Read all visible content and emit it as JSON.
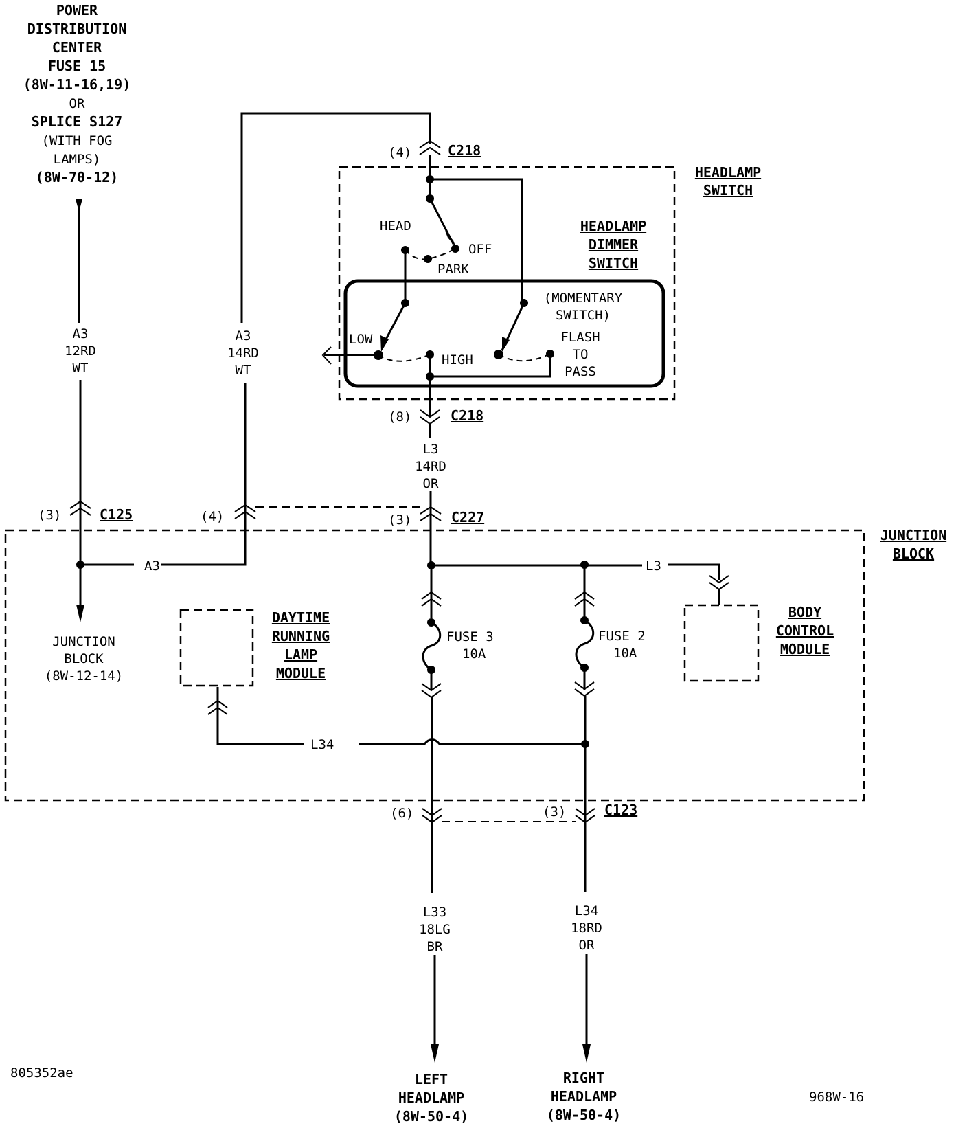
{
  "diagram": {
    "source": {
      "lines": [
        "POWER",
        "DISTRIBUTION",
        "CENTER",
        "FUSE 15",
        "(8W-11-16,19)",
        "OR",
        "SPLICE S127",
        "(WITH FOG",
        "LAMPS)",
        "(8W-70-12)"
      ]
    },
    "wires": {
      "a3_left": [
        "A3",
        "12RD",
        "WT"
      ],
      "a3_right": [
        "A3",
        "14RD",
        "WT"
      ],
      "l3_mid": [
        "L3",
        "14RD",
        "OR"
      ],
      "l33": [
        "L33",
        "18LG",
        "BR"
      ],
      "l34_out": [
        "L34",
        "18RD",
        "OR"
      ],
      "a3_junction": "A3",
      "l3_bus": "L3",
      "l34_bus": "L34"
    },
    "connectors": {
      "c218_top": {
        "pin": "(4)",
        "name": "C218"
      },
      "c218_bottom": {
        "pin": "(8)",
        "name": "C218"
      },
      "c125": {
        "pin": "(3)",
        "name": "C125"
      },
      "c125_pin4": {
        "pin": "(4)"
      },
      "c227": {
        "pin": "(3)",
        "name": "C227"
      },
      "c123_left": {
        "pin": "(6)"
      },
      "c123": {
        "pin": "(3)",
        "name": "C123"
      }
    },
    "components": {
      "headlamp_switch": [
        "HEADLAMP",
        "SWITCH"
      ],
      "dimmer_switch": [
        "HEADLAMP",
        "DIMMER",
        "SWITCH"
      ],
      "switch_positions": {
        "head": "HEAD",
        "off": "OFF",
        "park": "PARK",
        "low": "LOW",
        "high": "HIGH",
        "momentary": [
          "(MOMENTARY",
          "SWITCH)"
        ],
        "flash": [
          "FLASH",
          "TO",
          "PASS"
        ]
      },
      "junction_block": [
        "JUNCTION",
        "BLOCK"
      ],
      "junction_block_ref": [
        "JUNCTION",
        "BLOCK",
        "(8W-12-14)"
      ],
      "drl_module": [
        "DAYTIME",
        "RUNNING",
        "LAMP",
        "MODULE"
      ],
      "bcm": [
        "BODY",
        "CONTROL",
        "MODULE"
      ],
      "fuse3": [
        "FUSE 3",
        "10A"
      ],
      "fuse2": [
        "FUSE 2",
        "10A"
      ]
    },
    "destinations": {
      "left": [
        "LEFT",
        "HEADLAMP",
        "(8W-50-4)"
      ],
      "right": [
        "RIGHT",
        "HEADLAMP",
        "(8W-50-4)"
      ]
    },
    "footer": {
      "image_id": "805352ae",
      "page": "968W-16"
    }
  }
}
